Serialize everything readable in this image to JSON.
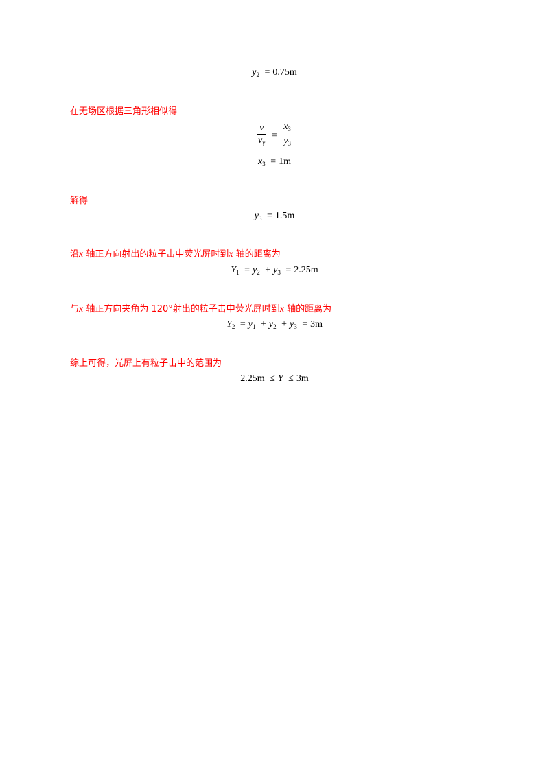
{
  "lines": {
    "eq1": {
      "lhs_var": "y",
      "lhs_sub": "2",
      "rhs": "0.75m"
    },
    "text1": "在无场区根据三角形相似得",
    "eq2": {
      "num_left": "v",
      "den_left_var": "v",
      "den_left_sub": "y",
      "num_right_var": "x",
      "num_right_sub": "3",
      "den_right_var": "y",
      "den_right_sub": "3"
    },
    "eq3": {
      "lhs_var": "x",
      "lhs_sub": "3",
      "rhs": "1m"
    },
    "text2": "解得",
    "eq4": {
      "lhs_var": "y",
      "lhs_sub": "3",
      "rhs": "1.5m"
    },
    "text3": {
      "part1": "沿",
      "var1": "x",
      "part2": " 轴正方向射出的粒子击中荧光屏时到",
      "var2": "x",
      "part3": " 轴的距离为"
    },
    "eq5": {
      "lhs_var": "Y",
      "lhs_sub": "1",
      "a_var": "y",
      "a_sub": "2",
      "b_var": "y",
      "b_sub": "3",
      "rhs": "2.25m"
    },
    "text4": {
      "part1": "与",
      "var1": "x",
      "part2": " 轴正方向夹角为 120°射出的粒子击中荧光屏时到",
      "var2": "x",
      "part3": " 轴的距离为"
    },
    "eq6": {
      "lhs_var": "Y",
      "lhs_sub": "2",
      "a_var": "y",
      "a_sub": "1",
      "b_var": "y",
      "b_sub": "2",
      "c_var": "y",
      "c_sub": "3",
      "rhs": "3m"
    },
    "text5": "综上可得，光屏上有粒子击中的范围为",
    "eq7": {
      "left": "2.25m",
      "var": "Y",
      "right": "3m"
    }
  }
}
